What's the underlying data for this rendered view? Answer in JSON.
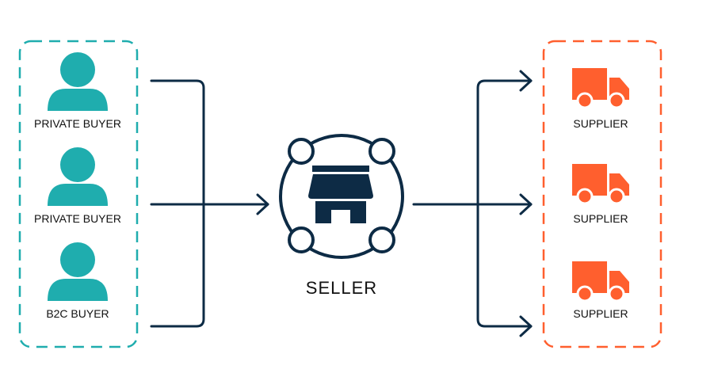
{
  "colors": {
    "buyer_teal": "#1fadae",
    "supplier_orange": "#ff5f2e",
    "line_navy": "#0d2b45",
    "text": "#111111"
  },
  "buyers": [
    {
      "label": "PRIVATE BUYER",
      "icon": "person-icon"
    },
    {
      "label": "PRIVATE BUYER",
      "icon": "person-icon"
    },
    {
      "label": "B2C BUYER",
      "icon": "person-icon"
    }
  ],
  "seller": {
    "label": "SELLER",
    "icon": "storefront-icon"
  },
  "suppliers": [
    {
      "label": "SUPPLIER",
      "icon": "delivery-truck-icon"
    },
    {
      "label": "SUPPLIER",
      "icon": "delivery-truck-icon"
    },
    {
      "label": "SUPPLIER",
      "icon": "delivery-truck-icon"
    }
  ]
}
